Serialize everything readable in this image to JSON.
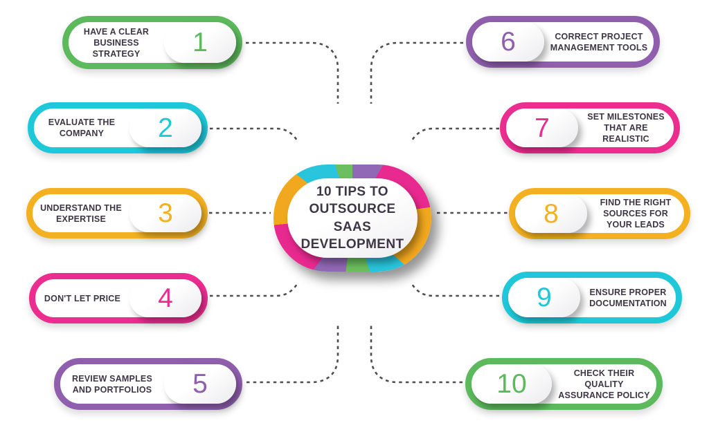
{
  "colors": {
    "text": "#3E3645",
    "connector": "#4D4D4D",
    "background": "#FFFFFF",
    "green": "#5CB95C",
    "cyan": "#1FC8D9",
    "yellow": "#F3B122",
    "pink": "#EC2D90",
    "purple": "#8F5FAE"
  },
  "center": {
    "title": "10 TIPS TO OUTSOURCE SAAS DEVELOPMENT",
    "title_lines": [
      "10 TIPS TO",
      "OUTSOURCE",
      "SAAS",
      "DEVELOPMENT"
    ],
    "ring_colors": {
      "cyan": "#29C5DC",
      "green": "#6CBE5E",
      "purple": "#9168B5",
      "pink": "#E8298F",
      "orange": "#F2A81E"
    }
  },
  "tips": [
    {
      "number": "1",
      "label": "HAVE A CLEAR BUSINESS STRATEGY",
      "color": "#5CB95C"
    },
    {
      "number": "2",
      "label": "EVALUATE THE COMPANY",
      "color": "#1FC8D9"
    },
    {
      "number": "3",
      "label": "UNDERSTAND THE EXPERTISE",
      "color": "#F3B122"
    },
    {
      "number": "4",
      "label": "DON'T LET PRICE",
      "color": "#EC2D90"
    },
    {
      "number": "5",
      "label": "REVIEW SAMPLES AND PORTFOLIOS",
      "color": "#8F5FAE"
    },
    {
      "number": "6",
      "label": "CORRECT PROJECT MANAGEMENT TOOLS",
      "color": "#8F5FAE"
    },
    {
      "number": "7",
      "label": "SET MILESTONES THAT ARE REALISTIC",
      "color": "#EC2D90"
    },
    {
      "number": "8",
      "label": "FIND THE RIGHT SOURCES FOR YOUR LEADS",
      "color": "#F3B122"
    },
    {
      "number": "9",
      "label": "ENSURE PROPER DOCUMENTATION",
      "color": "#1FC8D9"
    },
    {
      "number": "10",
      "label": "CHECK THEIR QUALITY ASSURANCE POLICY",
      "color": "#5CB95C"
    }
  ]
}
